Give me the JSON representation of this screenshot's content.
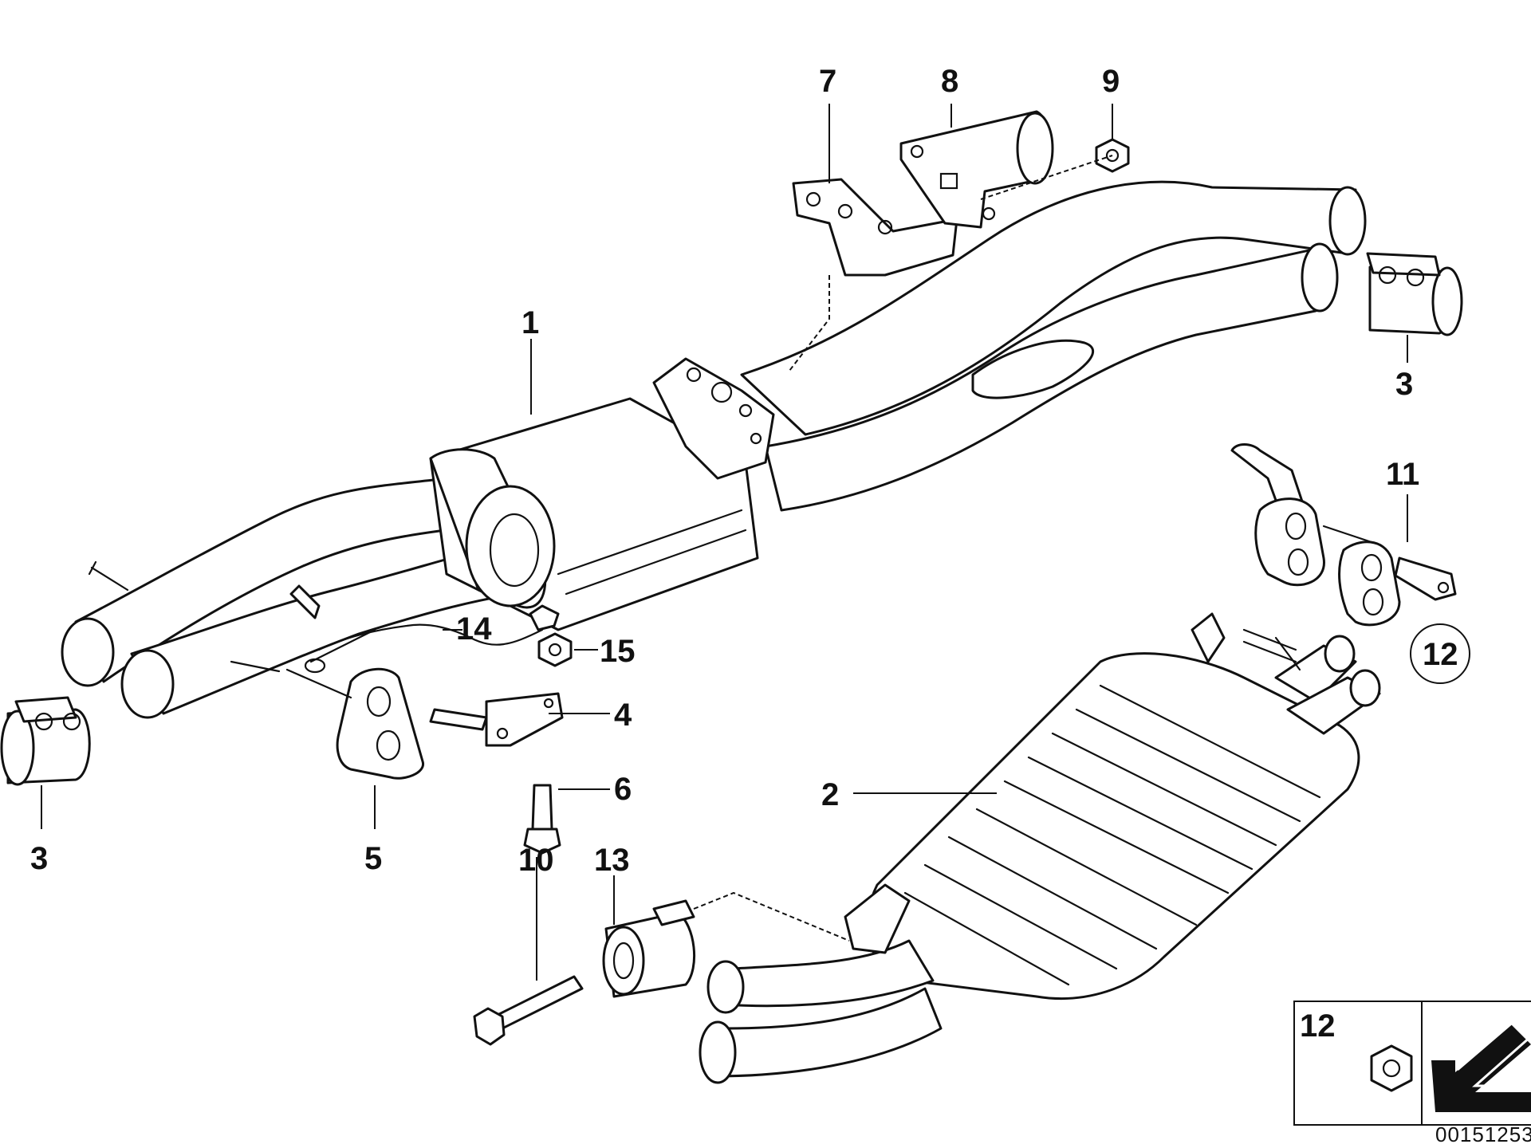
{
  "diagram": {
    "callouts": {
      "c1": "1",
      "c2": "2",
      "c3a": "3",
      "c3b": "3",
      "c4": "4",
      "c5": "5",
      "c6": "6",
      "c7": "7",
      "c8": "8",
      "c9": "9",
      "c10": "10",
      "c11": "11",
      "c12": "12",
      "c13": "13",
      "c14": "14",
      "c15": "15"
    },
    "legend": {
      "label": "12"
    },
    "image_number": "00151253"
  }
}
